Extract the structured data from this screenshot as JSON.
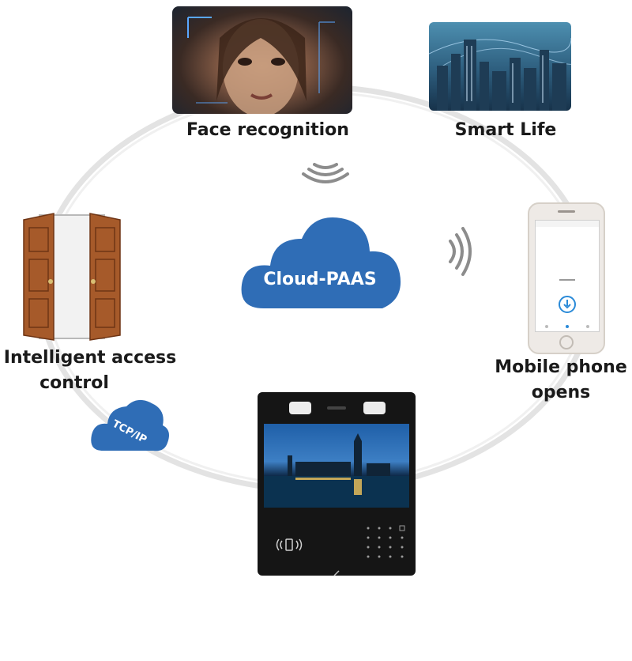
{
  "diagram": {
    "center": {
      "label": "Cloud-PAAS"
    },
    "nodes": {
      "face": {
        "label": "Face recognition",
        "icon": "face-photo"
      },
      "smart": {
        "label": "Smart Life",
        "icon": "city-skyline-photo"
      },
      "access": {
        "label_line1": "Intelligent access",
        "label_line2": "control",
        "icon": "open-double-door"
      },
      "mobile": {
        "label_line1": "Mobile phone",
        "label_line2": "opens",
        "icon": "smartphone"
      },
      "terminal": {
        "icon": "access-control-terminal"
      }
    },
    "protocol_badge": {
      "label": "TCP/IP"
    },
    "colors": {
      "cloud": "#2f6db6",
      "ring": "#d9d9d9",
      "signal": "#888888",
      "terminal": "#151515"
    }
  }
}
